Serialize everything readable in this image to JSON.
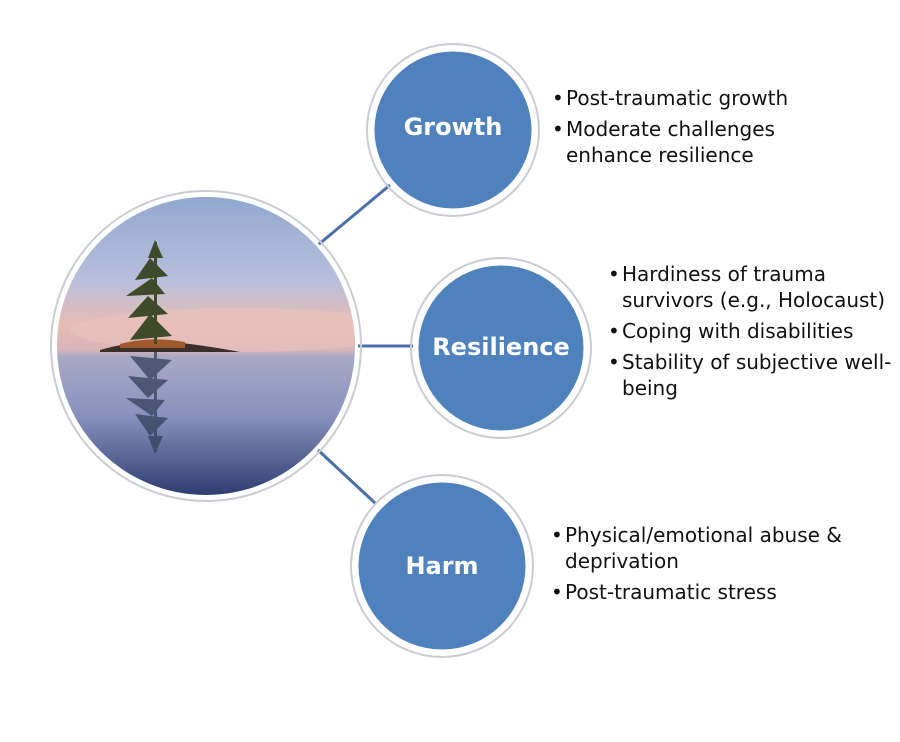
{
  "nodes": [
    {
      "label": "Growth",
      "bullets": [
        "Post-traumatic growth",
        "Moderate challenges enhance resilience"
      ]
    },
    {
      "label": "Resilience",
      "bullets": [
        "Hardiness of trauma survivors (e.g., Holocaust)",
        "Coping with disabilities",
        "Stability of subjective well-being"
      ]
    },
    {
      "label": "Harm",
      "bullets": [
        "Physical/emotional abuse & deprivation",
        "Post-traumatic stress"
      ]
    }
  ],
  "colors": {
    "node_fill": "#4f81bd",
    "connector": "#4a6fa8"
  },
  "central_image": "lake-island-tree-photo"
}
